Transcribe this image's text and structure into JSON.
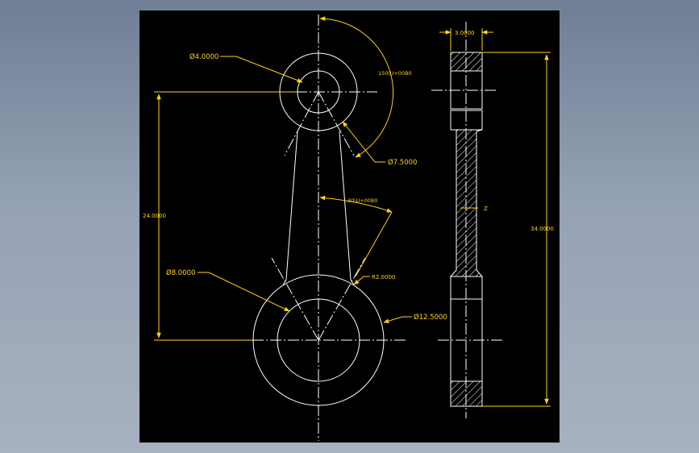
{
  "colors": {
    "background_top": "#6f7e95",
    "background_bottom": "#a7b1c0",
    "sheet": "#000000",
    "geometry": "#ffffff",
    "dimension": "#ffd21a"
  },
  "dimensions": {
    "d_small_bore": "Ø4.0000",
    "angle_top": "150\\U+00B0",
    "d_small_end": "Ø7.5000",
    "length_centers": "24.0000",
    "angle_mid": "30\\U+00B0",
    "radius_fillet": "R2.0000",
    "d_big_bore": "Ø8.0000",
    "d_big_end": "Ø12.5000",
    "width_top": "3.0000",
    "section_mark": "Z",
    "height_total": "34.0000"
  }
}
